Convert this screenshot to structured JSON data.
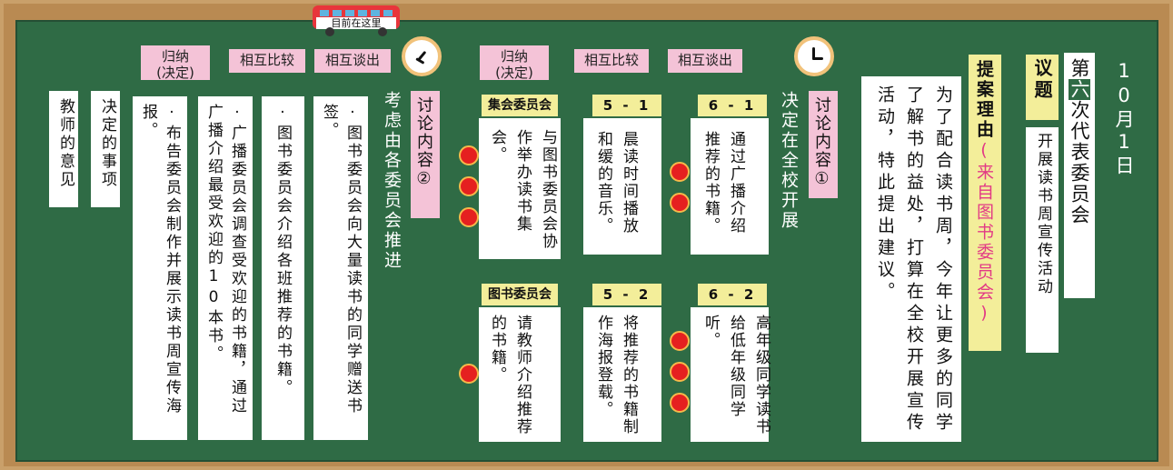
{
  "date": "10月1日",
  "title": {
    "prefix": "第",
    "number": "六",
    "suffix": "次代表委员会"
  },
  "topic": {
    "label": "议题",
    "text": "开展读书周宣传活动"
  },
  "reason": {
    "label": "提案理由",
    "source": "(来自图书委员会)",
    "text": "为了配合读书周，今年让更多的同学了解书的益处，打算在全校开展宣传活动，特此提出建议。"
  },
  "discussion1": {
    "label": "讨论内容①",
    "note": "决定在全校开展"
  },
  "discussion2": {
    "label": "讨论内容②",
    "note": "考虑由各委员会推进"
  },
  "steps": [
    "归纳\n(决定)",
    "相互比较",
    "相互谈出"
  ],
  "bus_label": "目前在这里",
  "cards1": [
    {
      "header": "6 - 1",
      "text": "通过广播介绍推荐的书籍。"
    },
    {
      "header": "5 - 1",
      "text": "晨读时间播放和缓的音乐。"
    },
    {
      "header": "集会委员会",
      "text": "与图书委员会协作举办读书集会。"
    },
    {
      "header": "6 - 2",
      "text": "高年级同学读书给低年级同学听。"
    },
    {
      "header": "5 - 2",
      "text": "将推荐的书籍制作海报登载。"
    },
    {
      "header": "图书委员会",
      "text": "请教师介绍推荐的书籍。"
    }
  ],
  "decisions": [
    "图书委员会向大量读书的同学赠送书签。",
    "图书委员会介绍各班推荐的书籍。",
    "广播委员会调查受欢迎的书籍，通过广播介绍最受欢迎的10本书。",
    "布告委员会制作并展示读书周宣传海报。"
  ],
  "decided_label": "决定的事项",
  "teacher_label": "教师的意见"
}
